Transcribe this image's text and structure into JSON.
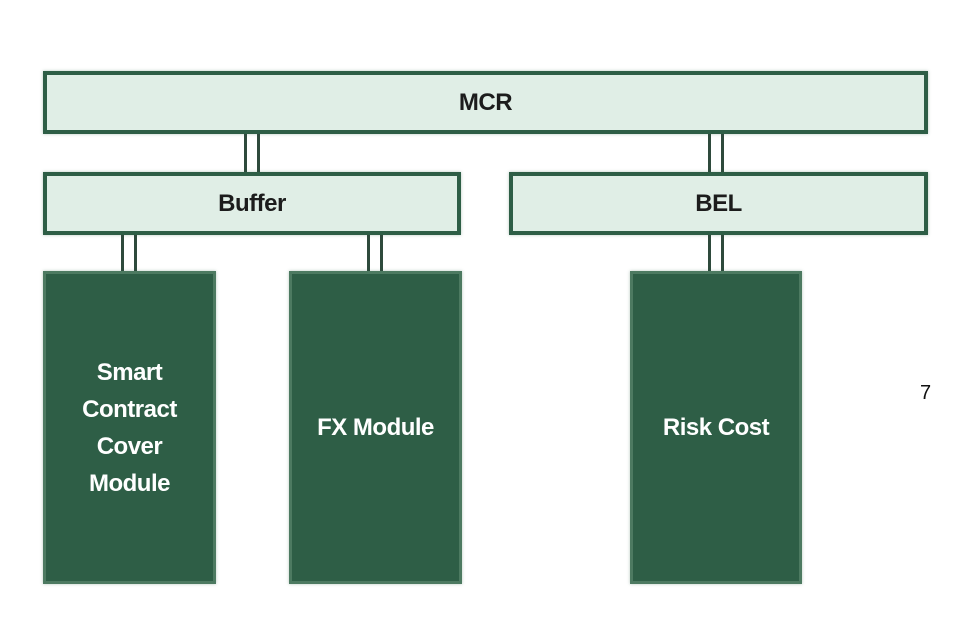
{
  "diagram": {
    "mcr_label": "MCR",
    "buffer_label": "Buffer",
    "bel_label": "BEL",
    "smart_contract_lines": [
      "Smart",
      "Contract",
      "Cover",
      "Module"
    ],
    "fx_module_label": "FX Module",
    "risk_cost_label": "Risk Cost"
  },
  "page_number": "7",
  "colors": {
    "light_fill": "#e0eee6",
    "dark_green": "#2e5e46"
  }
}
